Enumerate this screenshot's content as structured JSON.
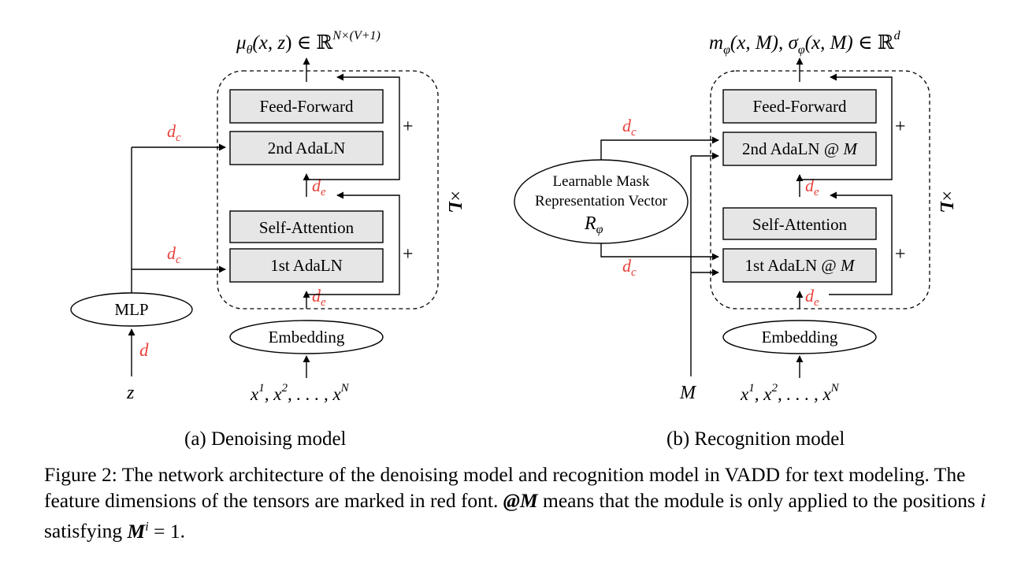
{
  "left": {
    "output": "μθ(x, z) ∈ ℝN×(V+1)",
    "feed_forward": "Feed-Forward",
    "adaln2": "2nd AdaLN",
    "self_attention": "Self-Attention",
    "adaln1": "1st AdaLN",
    "embedding": "Embedding",
    "mlp": "MLP",
    "input_tokens": "x1, x2, . . . , xN",
    "latent": "z",
    "dim_d": "d",
    "dim_dc_top": "dc",
    "dim_dc_bottom": "dc",
    "dim_de_top": "de",
    "dim_de_bottom": "de",
    "plus_top": "+",
    "plus_bottom": "+",
    "repeat": "×L",
    "subcaption": "(a)  Denoising model"
  },
  "right": {
    "output": "mφ(x, M), σφ(x, M) ∈ ℝd",
    "feed_forward": "Feed-Forward",
    "adaln2": "2nd AdaLN @ M",
    "self_attention": "Self-Attention",
    "adaln1": "1st AdaLN @ M",
    "embedding": "Embedding",
    "mask_line1": "Learnable Mask",
    "mask_line2": "Representation Vector",
    "mask_symbol": "Rφ",
    "input_tokens": "x1, x2, . . . , xN",
    "mask_input": "M",
    "dim_dc_top": "dc",
    "dim_dc_bottom": "dc",
    "dim_de_top": "de",
    "dim_de_bottom": "de",
    "plus_top": "+",
    "plus_bottom": "+",
    "repeat": "×L",
    "subcaption": "(b)  Recognition model"
  },
  "caption": {
    "part1": "Figure 2: The network architecture of the denoising model and recognition model in VADD for text modeling. The feature dimensions of the tensors are marked in red font. ",
    "at_m": "@M",
    "part2": " means that the module is only applied to the positions ",
    "var_i": "i",
    "part3": " satisfying ",
    "condition": "Mi = 1",
    "part4": "."
  },
  "colors": {
    "dimension_label": "#e8403a",
    "block_fill": "#e6e6e6"
  }
}
